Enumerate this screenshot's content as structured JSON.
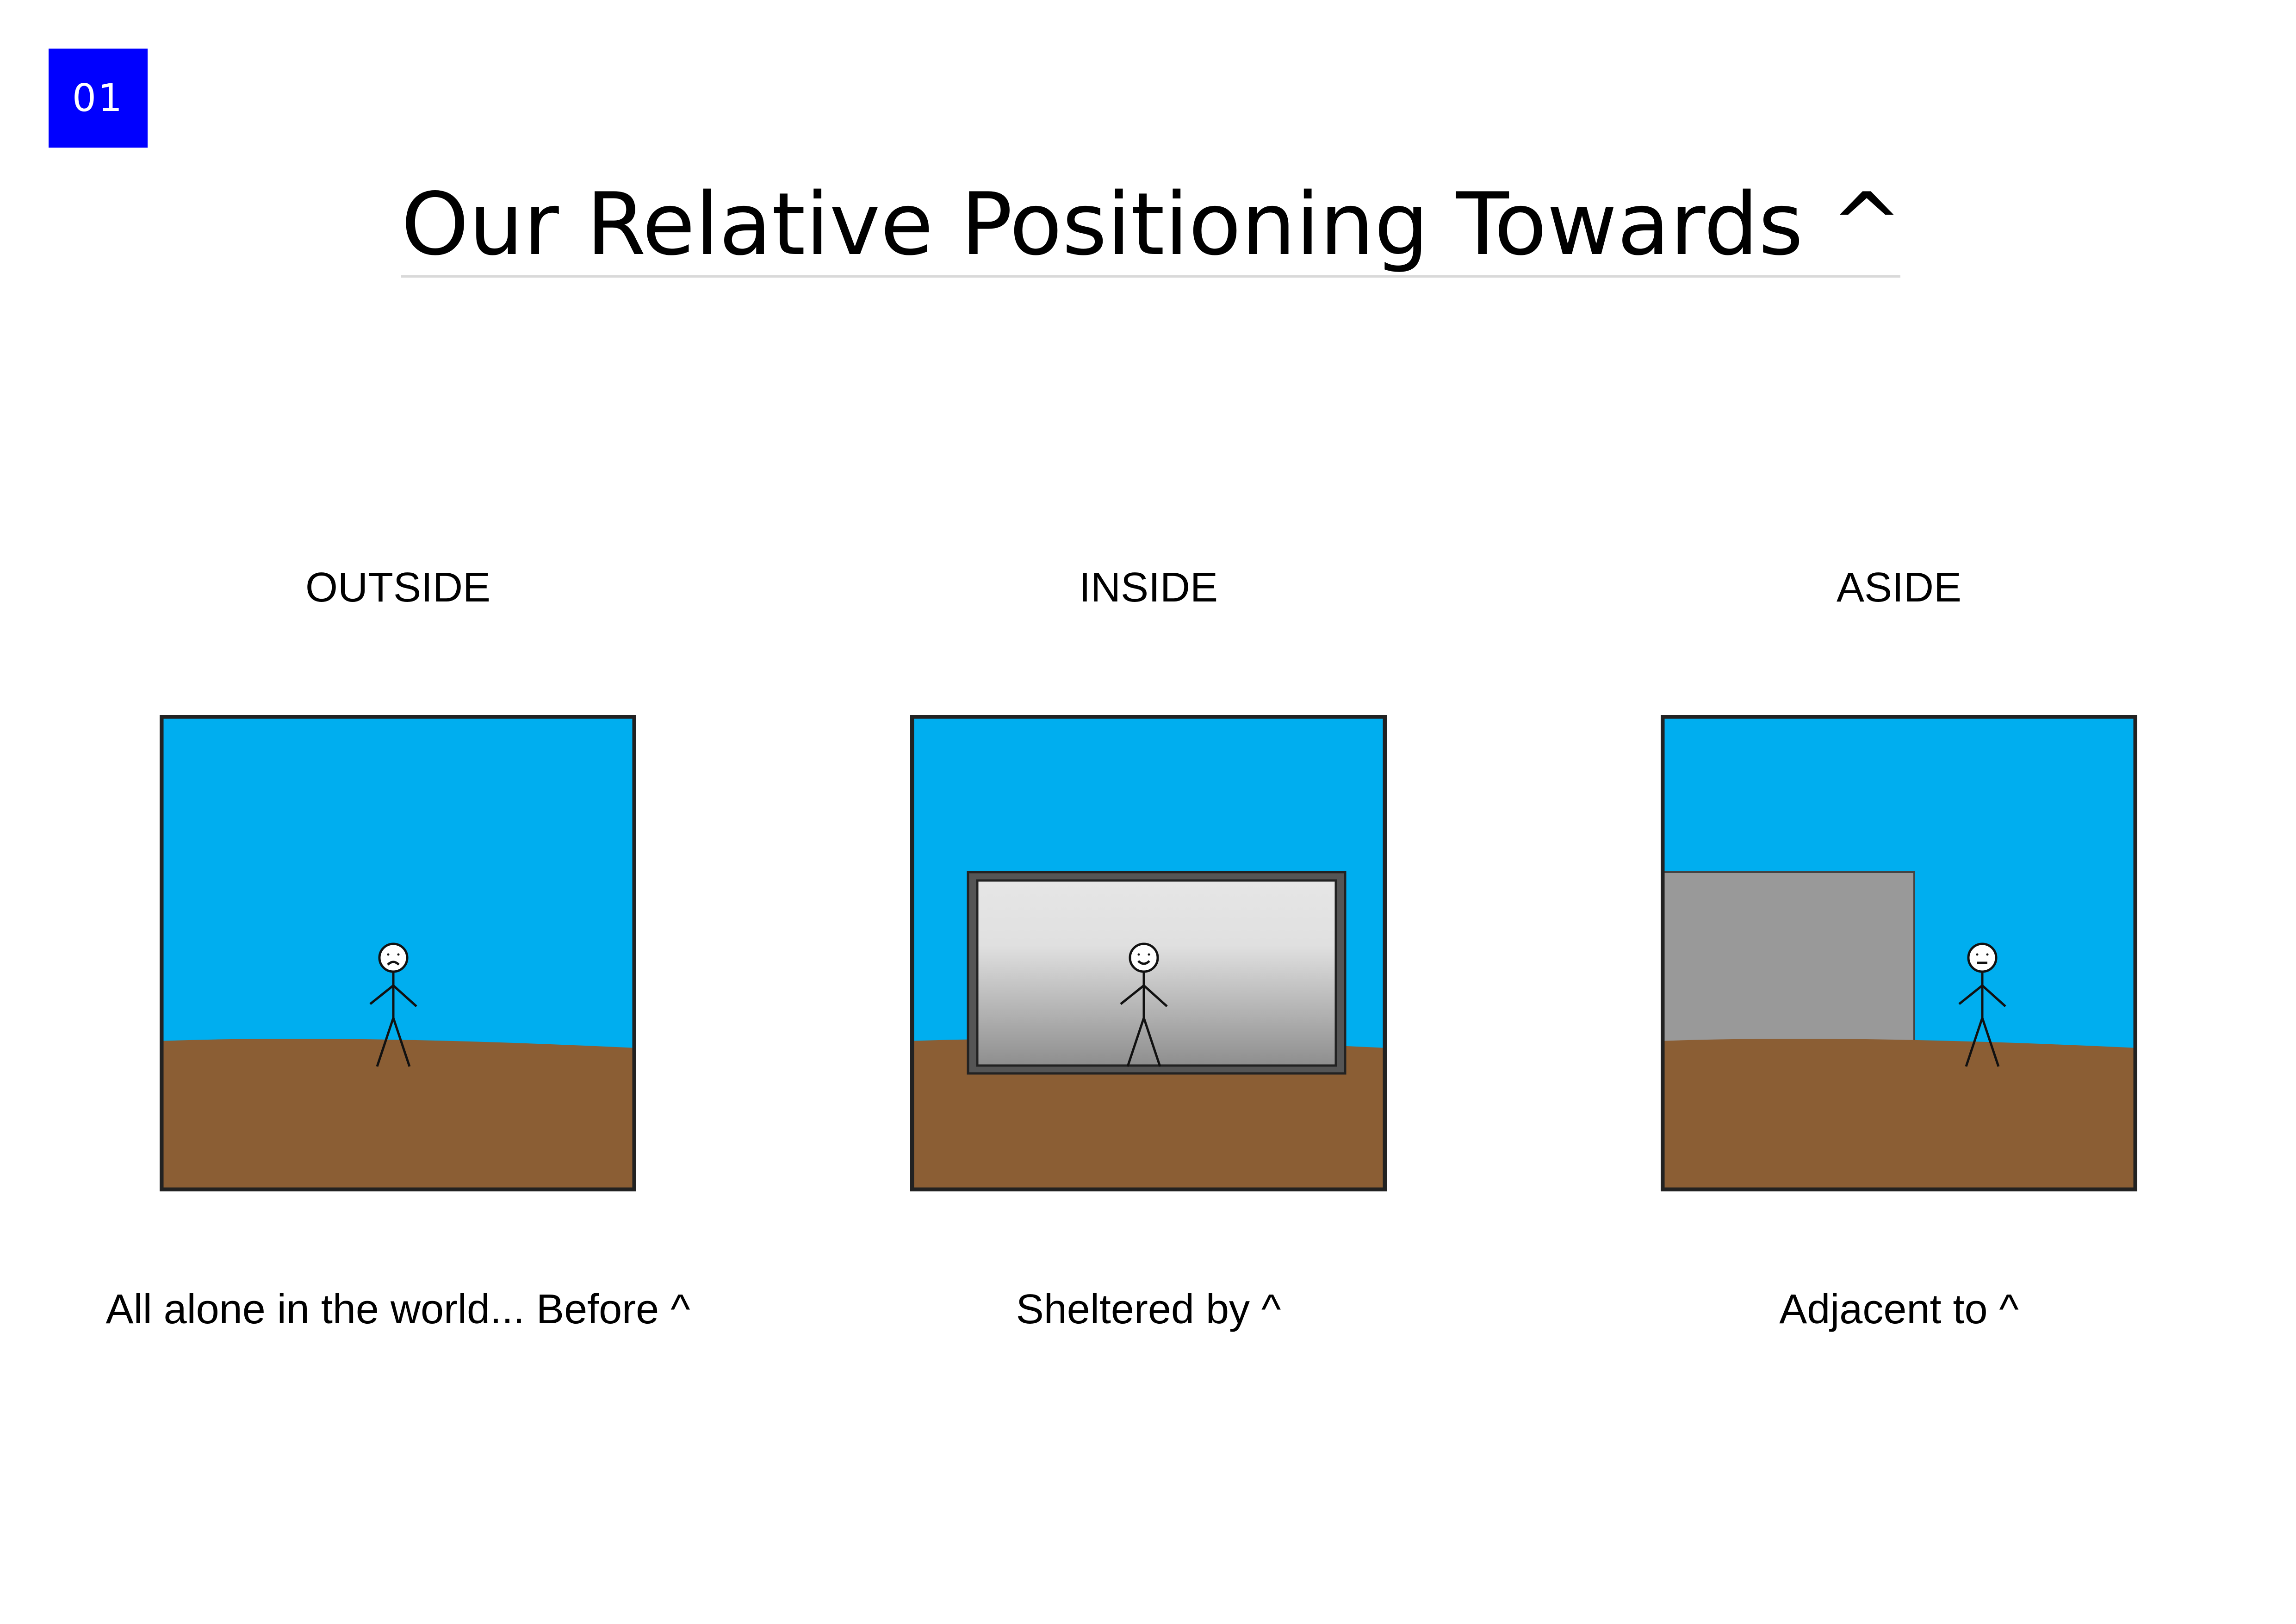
{
  "page_number": "01",
  "title": "Our Relative Positioning Towards ^",
  "colors": {
    "accent": "#0000ff",
    "sky": "#00aeef",
    "ground": "#8b5e34",
    "frame": "#222222",
    "wall": "#999999"
  },
  "panels": [
    {
      "heading": "OUTSIDE",
      "caption": "All alone in the world... Before ^",
      "figure_mood": "sad"
    },
    {
      "heading": "INSIDE",
      "caption": "Sheltered by ^",
      "figure_mood": "happy"
    },
    {
      "heading": "ASIDE",
      "caption": "Adjacent to ^",
      "figure_mood": "neutral"
    }
  ]
}
